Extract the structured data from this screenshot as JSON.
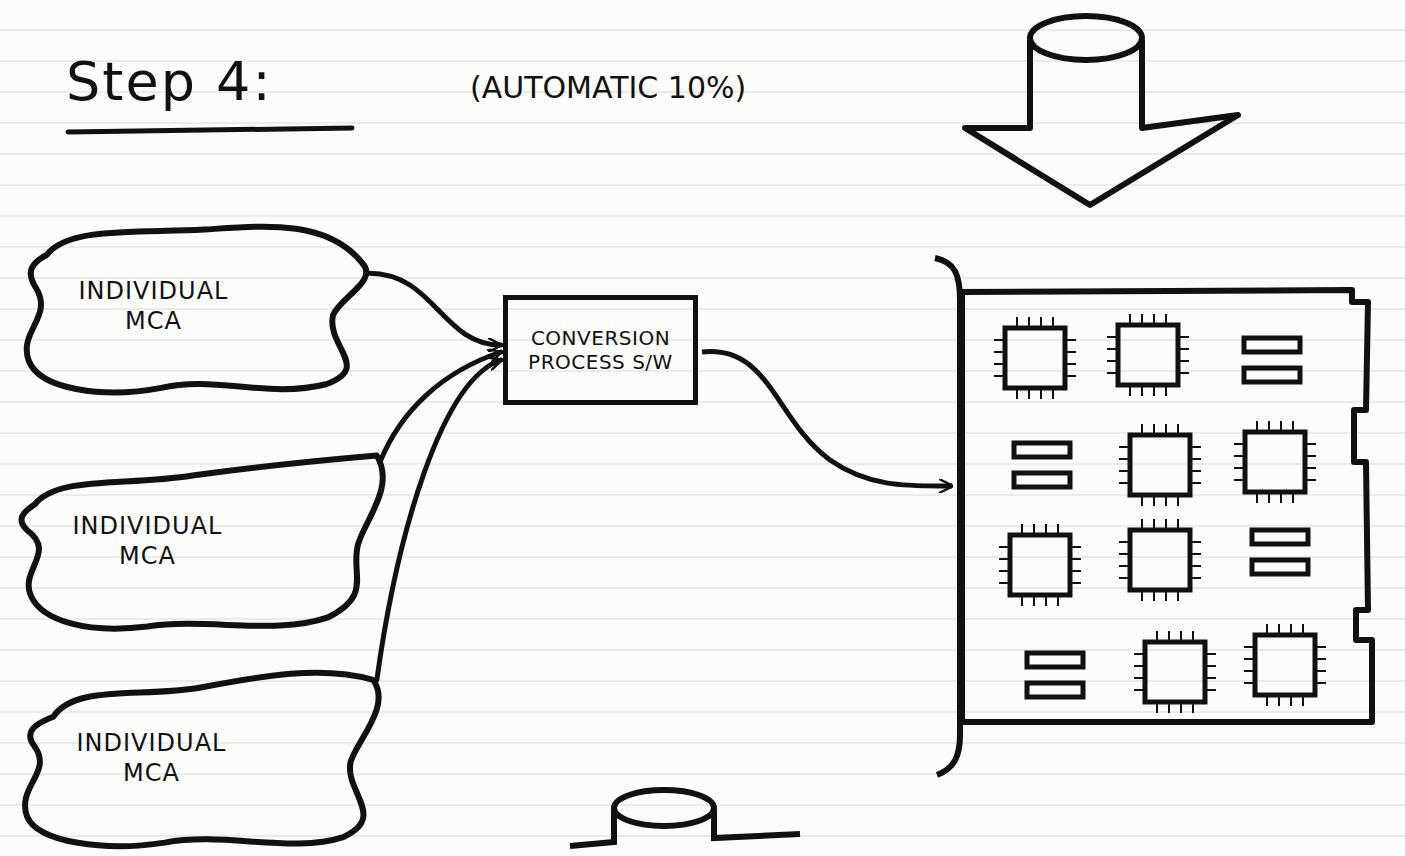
{
  "diagram": {
    "title": "Step 4:",
    "nodes": [
      {
        "text": [
          "INDIVIDUAL MCA"
        ]
      },
      {
        "text": [
          "CONVERSION PROCESS S/W"
        ]
      },
      {
        "text": [
          "INDIVIDUAL MCA"
        ]
      },
      {
        "text": [
          "INDIVIDUAL MCA"
        ]
      }
    ],
    "edges": [
      {
        "from": 0,
        "to": 1,
        "arrow": "to"
      },
      {
        "from": 2,
        "to": 1,
        "arrow": "to"
      },
      {
        "from": 3,
        "to": 1,
        "arrow": "to"
      }
    ],
    "labels": [
      "(AUTOMATIC 10%)"
    ]
  }
}
